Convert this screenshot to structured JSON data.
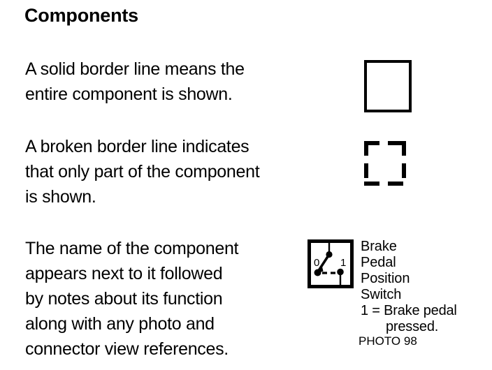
{
  "slide": {
    "title": "Components",
    "background_color": "#ffffff",
    "text_color": "#000000"
  },
  "paragraphs": {
    "solid": "A solid border line means the\nentire component is shown.",
    "broken": "A broken border line indicates\nthat only part of the component\nis shown.",
    "name": "The name of the component\nappears next to it followed\nby notes about its function\nalong with any photo and\nconnector view references."
  },
  "examples": {
    "solid_box_caption": "solid-border-example-box",
    "broken_box_caption": "broken-border-example-box"
  },
  "component_example": {
    "symbol_name": "brake-pedal-position-switch-symbol",
    "terminal_left": "0",
    "terminal_right": "1",
    "label": "Brake\nPedal\nPosition\nSwitch",
    "note_line_1": "1 = Brake pedal",
    "note_line_2": "pressed.",
    "photo_reference": "PHOTO 98"
  }
}
